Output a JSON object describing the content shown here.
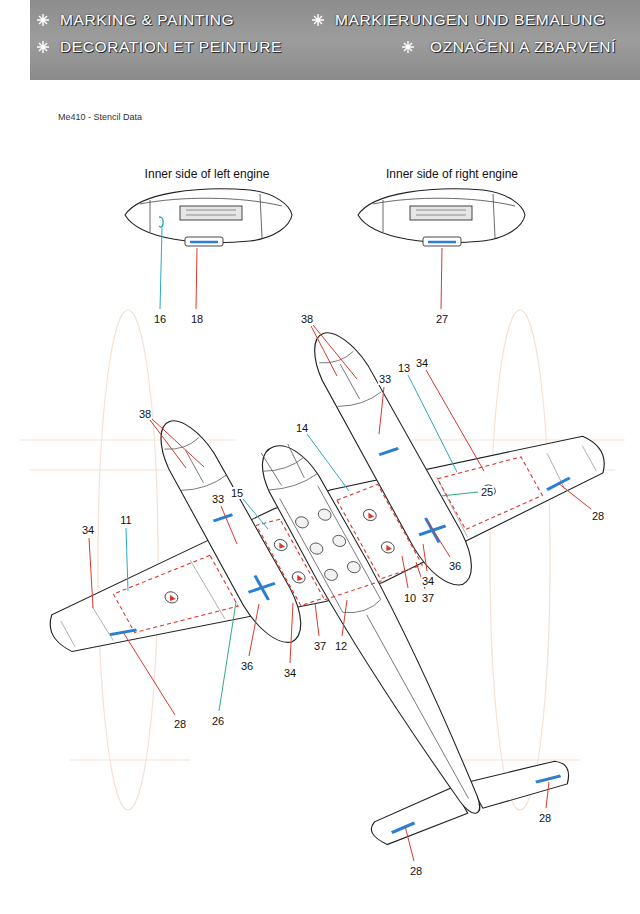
{
  "diagram": {
    "title": "Me410 - Stencil Data",
    "labels": [
      "MARKING & PAINTING",
      "MARKIERUNGEN UND BEMALUNG",
      "DECORATION ET PEINTURE",
      "OZNAČENI A ZBARVENÍ",
      "Inner side of left engine",
      "Inner side of right engine",
      "16",
      "18",
      "27",
      "38",
      "33",
      "13",
      "34",
      "38",
      "14",
      "33",
      "15",
      "25",
      "28",
      "34",
      "11",
      "36",
      "34",
      "10",
      "37",
      "37",
      "12",
      "36",
      "34",
      "26",
      "28",
      "28",
      "28"
    ]
  }
}
